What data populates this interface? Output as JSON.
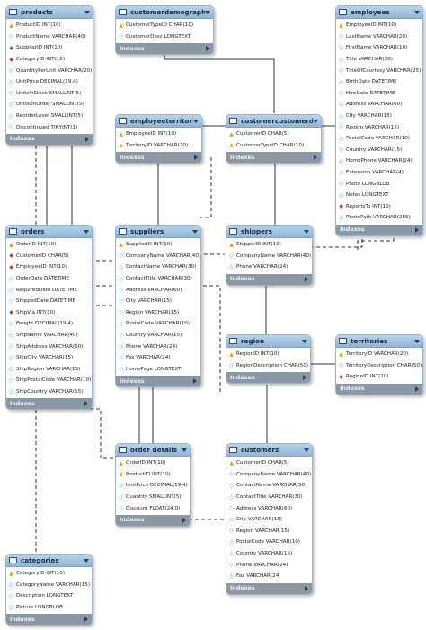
{
  "tables": [
    {
      "id": "products",
      "name": "products",
      "columns": [
        {
          "k": "pk",
          "t": "ProductID INT(10)"
        },
        {
          "k": "col",
          "t": "ProductName VARCHAR(40)"
        },
        {
          "k": "fk",
          "t": "SupplierID INT(10)"
        },
        {
          "k": "fk",
          "t": "CategoryID INT(10)"
        },
        {
          "k": "col",
          "t": "QuantityPerUnit VARCHAR(20)"
        },
        {
          "k": "col",
          "t": "UnitPrice DECIMAL(19,4)"
        },
        {
          "k": "col",
          "t": "UnitsInStock SMALLINT(5)"
        },
        {
          "k": "col",
          "t": "UnitsOnOrder SMALLINT(5)"
        },
        {
          "k": "col",
          "t": "ReorderLevel SMALLINT(5)"
        },
        {
          "k": "col",
          "t": "Discontinued TINYINT(1)"
        }
      ],
      "footer": "Indexes"
    },
    {
      "id": "customerdemographics",
      "name": "customerdemographics",
      "columns": [
        {
          "k": "pk",
          "t": "CustomerTypeID CHAR(10)"
        },
        {
          "k": "col",
          "t": "CustomerDesc LONGTEXT"
        }
      ],
      "footer": "Indexes"
    },
    {
      "id": "employees",
      "name": "employees",
      "columns": [
        {
          "k": "pk",
          "t": "EmployeeID INT(10)"
        },
        {
          "k": "col",
          "t": "LastName VARCHAR(20)"
        },
        {
          "k": "col",
          "t": "FirstName VARCHAR(10)"
        },
        {
          "k": "col",
          "t": "Title VARCHAR(30)"
        },
        {
          "k": "col",
          "t": "TitleOfCourtesy VARCHAR(25)"
        },
        {
          "k": "col",
          "t": "BirthDate DATETIME"
        },
        {
          "k": "col",
          "t": "HireDate DATETIME"
        },
        {
          "k": "col",
          "t": "Address VARCHAR(60)"
        },
        {
          "k": "col",
          "t": "City VARCHAR(15)"
        },
        {
          "k": "col",
          "t": "Region VARCHAR(15)"
        },
        {
          "k": "col",
          "t": "PostalCode VARCHAR(10)"
        },
        {
          "k": "col",
          "t": "Country VARCHAR(15)"
        },
        {
          "k": "col",
          "t": "HomePhone VARCHAR(24)"
        },
        {
          "k": "col",
          "t": "Extension VARCHAR(4)"
        },
        {
          "k": "col",
          "t": "Photo LONGBLOB"
        },
        {
          "k": "col",
          "t": "Notes LONGTEXT"
        },
        {
          "k": "fk",
          "t": "ReportsTo INT(10)"
        },
        {
          "k": "col",
          "t": "PhotoPath VARCHAR(255)"
        }
      ],
      "footer": "Indexes"
    },
    {
      "id": "employeeterritories",
      "name": "employeeterritories",
      "columns": [
        {
          "k": "pk",
          "t": "EmployeeID INT(10)"
        },
        {
          "k": "pk",
          "t": "TerritoryID VARCHAR(20)"
        }
      ],
      "footer": "Indexes"
    },
    {
      "id": "customercustomerdemo",
      "name": "customercustomerdemo",
      "columns": [
        {
          "k": "pk",
          "t": "CustomerID CHAR(5)"
        },
        {
          "k": "pk",
          "t": "CustomerTypeID CHAR(10)"
        }
      ],
      "footer": "Indexes"
    },
    {
      "id": "orders",
      "name": "orders",
      "columns": [
        {
          "k": "pk",
          "t": "OrderID INT(10)"
        },
        {
          "k": "fk",
          "t": "CustomerID CHAR(5)"
        },
        {
          "k": "fk",
          "t": "EmployeeID INT(10)"
        },
        {
          "k": "col",
          "t": "OrderDate DATETIME"
        },
        {
          "k": "col",
          "t": "RequiredDate DATETIME"
        },
        {
          "k": "col",
          "t": "ShippedDate DATETIME"
        },
        {
          "k": "fk",
          "t": "ShipVia INT(10)"
        },
        {
          "k": "col",
          "t": "Freight DECIMAL(19,4)"
        },
        {
          "k": "col",
          "t": "ShipName VARCHAR(40)"
        },
        {
          "k": "col",
          "t": "ShipAddress VARCHAR(60)"
        },
        {
          "k": "col",
          "t": "ShipCity VARCHAR(15)"
        },
        {
          "k": "col",
          "t": "ShipRegion VARCHAR(15)"
        },
        {
          "k": "col",
          "t": "ShipPostalCode VARCHAR(10)"
        },
        {
          "k": "col",
          "t": "ShipCountry VARCHAR(15)"
        }
      ],
      "footer": "Indexes"
    },
    {
      "id": "suppliers",
      "name": "suppliers",
      "columns": [
        {
          "k": "pk",
          "t": "SupplierID INT(10)"
        },
        {
          "k": "col",
          "t": "CompanyName VARCHAR(40)"
        },
        {
          "k": "col",
          "t": "ContactName VARCHAR(30)"
        },
        {
          "k": "col",
          "t": "ContactTitle VARCHAR(30)"
        },
        {
          "k": "col",
          "t": "Address VARCHAR(60)"
        },
        {
          "k": "col",
          "t": "City VARCHAR(15)"
        },
        {
          "k": "col",
          "t": "Region VARCHAR(15)"
        },
        {
          "k": "col",
          "t": "PostalCode VARCHAR(10)"
        },
        {
          "k": "col",
          "t": "Country VARCHAR(15)"
        },
        {
          "k": "col",
          "t": "Phone VARCHAR(24)"
        },
        {
          "k": "col",
          "t": "Fax VARCHAR(24)"
        },
        {
          "k": "col",
          "t": "HomePage LONGTEXT"
        }
      ],
      "footer": "Indexes"
    },
    {
      "id": "shippers",
      "name": "shippers",
      "columns": [
        {
          "k": "pk",
          "t": "ShipperID INT(10)"
        },
        {
          "k": "col",
          "t": "CompanyName VARCHAR(40)"
        },
        {
          "k": "col",
          "t": "Phone VARCHAR(24)"
        }
      ],
      "footer": "Indexes"
    },
    {
      "id": "region",
      "name": "region",
      "columns": [
        {
          "k": "pk",
          "t": "RegionID INT(10)"
        },
        {
          "k": "col",
          "t": "RegionDescription CHAR(50)"
        }
      ],
      "footer": "Indexes"
    },
    {
      "id": "territories",
      "name": "territories",
      "columns": [
        {
          "k": "pk",
          "t": "TerritoryID VARCHAR(20)"
        },
        {
          "k": "col",
          "t": "TerritoryDescription CHAR(50)"
        },
        {
          "k": "fk",
          "t": "RegionID INT(10)"
        }
      ],
      "footer": "Indexes"
    },
    {
      "id": "order_details",
      "name": "order details",
      "columns": [
        {
          "k": "pk",
          "t": "OrderID INT(10)"
        },
        {
          "k": "pk",
          "t": "ProductID INT(10)"
        },
        {
          "k": "col",
          "t": "UnitPrice DECIMAL(19,4)"
        },
        {
          "k": "col",
          "t": "Quantity SMALLINT(5)"
        },
        {
          "k": "col",
          "t": "Discount FLOAT(24,0)"
        }
      ],
      "footer": "Indexes"
    },
    {
      "id": "customers",
      "name": "customers",
      "columns": [
        {
          "k": "pk",
          "t": "CustomerID CHAR(5)"
        },
        {
          "k": "col",
          "t": "CompanyName VARCHAR(40)"
        },
        {
          "k": "col",
          "t": "ContactName VARCHAR(30)"
        },
        {
          "k": "col",
          "t": "ContactTitle VARCHAR(30)"
        },
        {
          "k": "col",
          "t": "Address VARCHAR(60)"
        },
        {
          "k": "col",
          "t": "City VARCHAR(15)"
        },
        {
          "k": "col",
          "t": "Region VARCHAR(15)"
        },
        {
          "k": "col",
          "t": "PostalCode VARCHAR(10)"
        },
        {
          "k": "col",
          "t": "Country VARCHAR(15)"
        },
        {
          "k": "col",
          "t": "Phone VARCHAR(24)"
        },
        {
          "k": "col",
          "t": "Fax VARCHAR(24)"
        }
      ],
      "footer": "Indexes"
    },
    {
      "id": "categories",
      "name": "categories",
      "columns": [
        {
          "k": "pk",
          "t": "CategoryID INT(10)"
        },
        {
          "k": "col",
          "t": "CategoryName VARCHAR(15)"
        },
        {
          "k": "col",
          "t": "Description LONGTEXT"
        },
        {
          "k": "col",
          "t": "Picture LONGBLOB"
        }
      ],
      "footer": "Indexes"
    }
  ],
  "relationships": [
    {
      "from": "products",
      "to": "suppliers",
      "style": "identifying"
    },
    {
      "from": "products",
      "to": "categories",
      "style": "non-identifying"
    },
    {
      "from": "orders",
      "to": "customers",
      "style": "non-identifying"
    },
    {
      "from": "orders",
      "to": "employees",
      "style": "non-identifying"
    },
    {
      "from": "orders",
      "to": "shippers",
      "style": "non-identifying"
    },
    {
      "from": "order_details",
      "to": "orders",
      "style": "identifying"
    },
    {
      "from": "order_details",
      "to": "products",
      "style": "identifying"
    },
    {
      "from": "employeeterritories",
      "to": "employees",
      "style": "identifying"
    },
    {
      "from": "employeeterritories",
      "to": "territories",
      "style": "identifying"
    },
    {
      "from": "customercustomerdemo",
      "to": "customers",
      "style": "identifying"
    },
    {
      "from": "customercustomerdemo",
      "to": "customerdemographics",
      "style": "identifying"
    },
    {
      "from": "territories",
      "to": "region",
      "style": "identifying"
    },
    {
      "from": "employees",
      "to": "employees",
      "style": "non-identifying"
    }
  ],
  "colors": {
    "header": "#9fc3e2",
    "footer": "#8a97a4",
    "pk": "#e3a200",
    "fk": "#d23b2c",
    "column": "#4aa3c7",
    "line": "#333333"
  }
}
